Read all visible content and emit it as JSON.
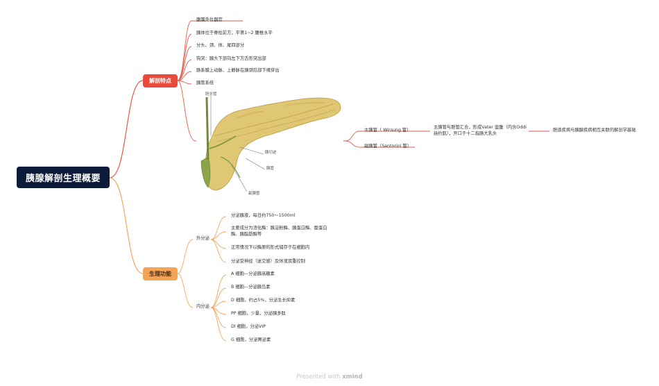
{
  "root": {
    "title": "胰腺解剖生理概要"
  },
  "anatomy": {
    "title": "解剖特点",
    "items": [
      "腹膜外位器官",
      "胰体位于脊柱前方，平第1~2 腰椎水平",
      "分头、颈、体、尾四部分",
      "钩突：胰头下部向左下方舌形突出部",
      "肠系膜上动脉、上静脉在胰颈后部下缘穿出",
      "胰管系统"
    ],
    "figure_labels": {
      "bile_duct": "胆总管",
      "pancreatic_incisure": "胰切迹",
      "pancreatic_duct": "胰管",
      "accessory_duct": "副胰管"
    },
    "ducts": {
      "main": "主胰管（ Wirsung 管）",
      "accessory": "副胰管（Santorini 管）",
      "main_detail": "主胰管与胆管汇合，形成Vater 壶腹（内含Oddi 括约肌），开口于十二指肠大乳头",
      "main_detail_next": "胆道疾病与胰腺疾病相互关联的解剖学基础"
    }
  },
  "physiology": {
    "title": "生理功能",
    "exocrine": {
      "label": "外分泌",
      "items": [
        "分泌胰液，每日约750～1500ml",
        "主要成分为消化酶：胰淀粉酶、胰蛋白酶、糜蛋白酶、胰脂肪酶等",
        "正常情况下以酶原的形式储存于在细胞内",
        "分泌受神经（迷交感）及体液双重控制"
      ]
    },
    "endocrine": {
      "label": "内分泌",
      "items": [
        "A 细胞—分泌胰高糖素",
        "B 细胞—分泌胰岛素",
        "D 细胞，约占5%，分泌生长抑素",
        "PP 细胞，少量，分泌胰多肽",
        "Dl 细胞，分泌VIP",
        "G 细胞，分泌胃泌素"
      ]
    }
  },
  "footer": {
    "prefix": "Presented with ",
    "brand": "xmind"
  },
  "colors": {
    "root_bg": "#0d1b3a",
    "anatomy": "#e94a3c",
    "physiology": "#f3a457",
    "anatomy_line": "#e05a4c",
    "physiology_line": "#f0a860"
  }
}
